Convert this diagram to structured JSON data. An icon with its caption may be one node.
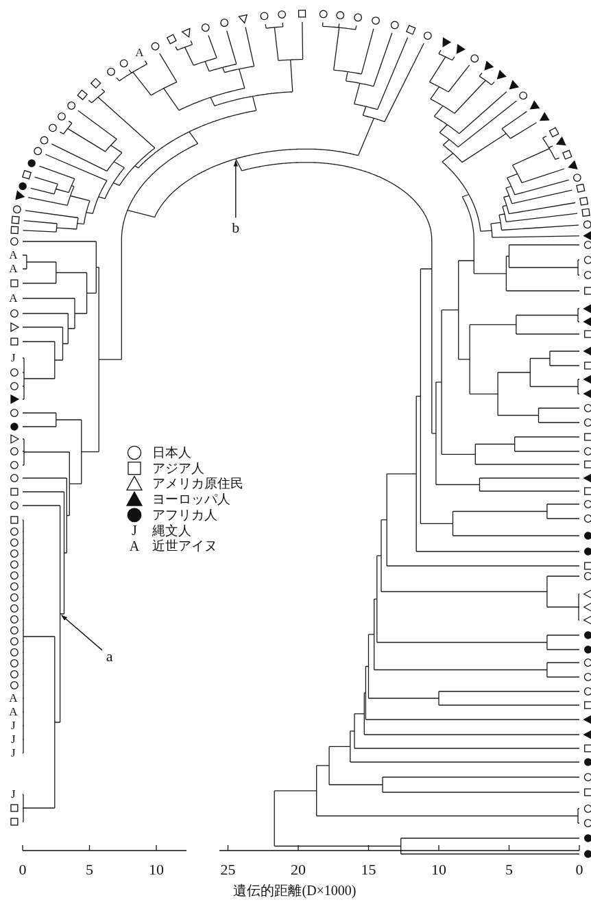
{
  "diagram": {
    "nodes": [
      {
        "text": [
          "a"
        ]
      },
      {
        "text": [
          "b"
        ]
      }
    ],
    "edges": [
      {
        "from": 0,
        "to": null,
        "arrow": "to"
      },
      {
        "from": 1,
        "to": null,
        "arrow": "to"
      }
    ],
    "labels": [
      "A",
      "A",
      "A",
      "A",
      "J",
      "A",
      "A",
      "J",
      "J",
      "J",
      "J",
      "J",
      "A",
      "0",
      "5",
      "10",
      "25",
      "20",
      "15",
      "10",
      "5",
      "0",
      "遺伝的距離(D×1000)"
    ],
    "legend": [
      {
        "text": "日本人"
      },
      {
        "text": "アジア人"
      },
      {
        "text": "アメリカ原住民"
      },
      {
        "text": "ヨーロッパ人"
      },
      {
        "text": "アフリカ人"
      },
      {
        "text": "縄文人"
      },
      {
        "text": "近世アイヌ"
      }
    ]
  }
}
